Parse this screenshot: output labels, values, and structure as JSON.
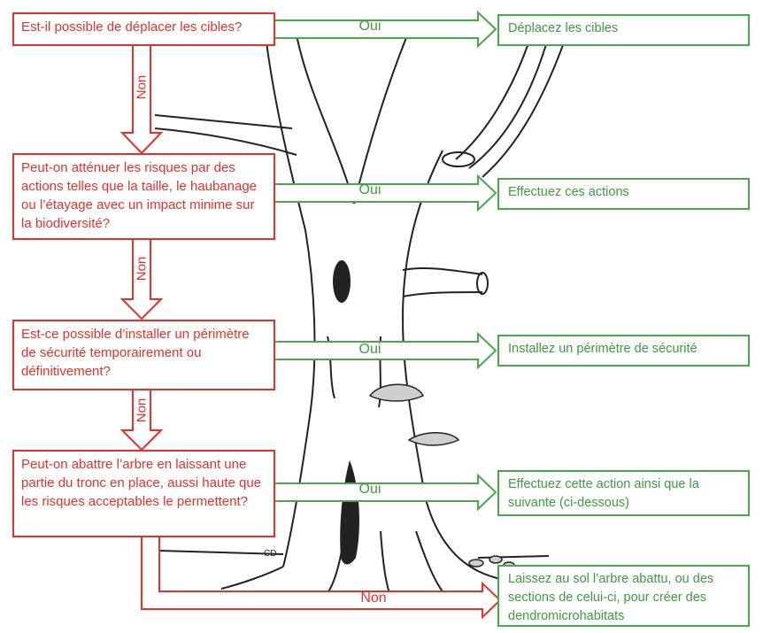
{
  "questions": [
    "Est-il possible de déplacer les cibles?",
    "Peut-on atténuer les risques par des actions telles que la taille, le haubanage ou l’étayage avec un impact minime sur la biodiversité?",
    "Est-ce possible d’installer un périmètre de sécurité temporairement ou définitivement?",
    "Peut-on abattre l’arbre en laissant une partie du tronc en place, aussi haute que les risques acceptables le permettent?"
  ],
  "answers": [
    "Déplacez les cibles",
    "Effectuez ces actions",
    "Installez un périmètre de sécurité",
    "Effectuez cette action ainsi que la suivante (ci-dessous)",
    "Laissez au sol l’arbre abattu, ou des sections de celui-ci, pour créer des dendromicrohabitats"
  ],
  "labels": {
    "yes": "Oui",
    "no": "Non"
  },
  "illustration": {
    "signature": "CD",
    "subject": "tree-trunk-sketch"
  },
  "colors": {
    "question": "#e8302a",
    "answer": "#49a84a"
  }
}
